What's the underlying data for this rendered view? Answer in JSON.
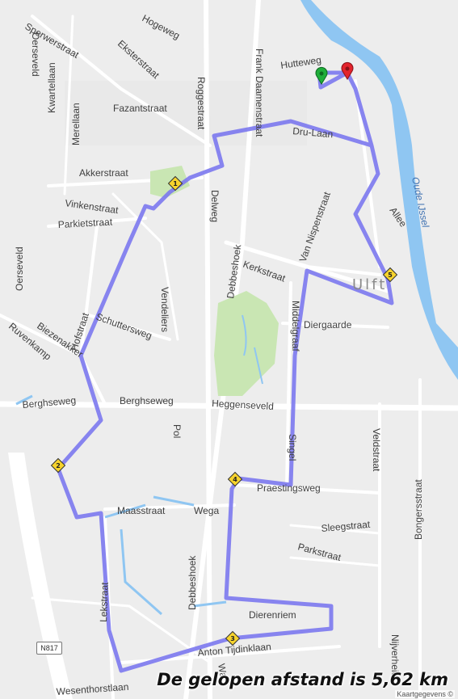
{
  "map": {
    "colors": {
      "land": "#ededed",
      "road": "#ffffff",
      "park": "#c9e6b3",
      "water": "#8fc6f2",
      "route": "#7b78ee",
      "marker_fill": "#f6d32d",
      "start_pin": "#1fae3a",
      "end_pin": "#e3232c"
    },
    "streets": [
      "Oerseveld",
      "Sperwerstraat",
      "Hogeweg",
      "Eksterstraat",
      "Fazantstraat",
      "Kwartellaan",
      "Merellaan",
      "Akkerstraat",
      "Vinkenstraat",
      "Parkietstraat",
      "Roggestraat",
      "Frank Daamenstraat",
      "Hutteweg",
      "Dru-Laan",
      "Delweg",
      "Debbeshoek",
      "Kerkstraat",
      "Van Nispenstraat",
      "Allee",
      "Hofstraat",
      "Vendeliers",
      "Schuttersweg",
      "Biezenakker",
      "Ruvenkamp",
      "Oerseveld",
      "Berghseweg",
      "Berghseweg",
      "Heggenseveld",
      "Diergaarde",
      "Middelgraaf",
      "Singel",
      "Pol",
      "Praestingsweg",
      "Veldstraat",
      "Bongersstraat",
      "Maasstraat",
      "Wega",
      "Sleegstraat",
      "Parkstraat",
      "Debbeshoek",
      "Lekstraat",
      "Dierenriem",
      "Anton Tijdinklaan",
      "Wesenthorstlaan",
      "Wa",
      "Nijverheid",
      "Ulft",
      "Oude IJssel",
      "N817"
    ],
    "route_markers": [
      "1",
      "2",
      "3",
      "4",
      "5"
    ],
    "distance_text": "De gelopen afstand is 5,62 km",
    "attribution": "Kaartgegevens ©"
  }
}
